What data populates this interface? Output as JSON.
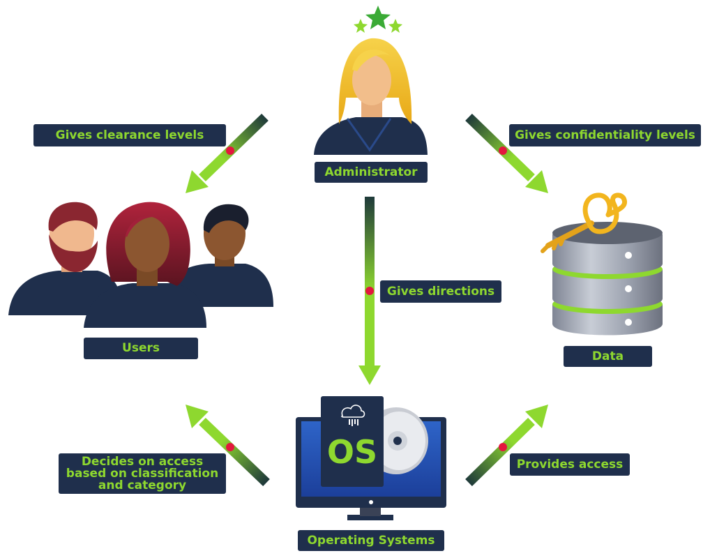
{
  "nodes": {
    "administrator": "Administrator",
    "users": "Users",
    "data": "Data",
    "operating_systems": "Operating Systems"
  },
  "edges": {
    "clearance": "Gives clearance levels",
    "confidentiality": "Gives confidentiality levels",
    "directions": "Gives directions",
    "decides": "Decides on access\nbased on classification\nand category",
    "provides": "Provides access"
  },
  "screen": {
    "os_badge": "OS"
  },
  "icons": {
    "admin": "person-icon",
    "users": "users-group-icon",
    "data": "database-icon",
    "key": "key-icon",
    "os": "monitor-icon",
    "cloud": "cloud-icon",
    "disc": "disc-icon",
    "stars": "stars-icon"
  },
  "colors": {
    "label_bg": "#1f2f4c",
    "label_text": "#8ed82f",
    "arrow_green": "#8ed82f",
    "arrow_dark": "#1f3a3a",
    "dot": "#e3173e"
  }
}
